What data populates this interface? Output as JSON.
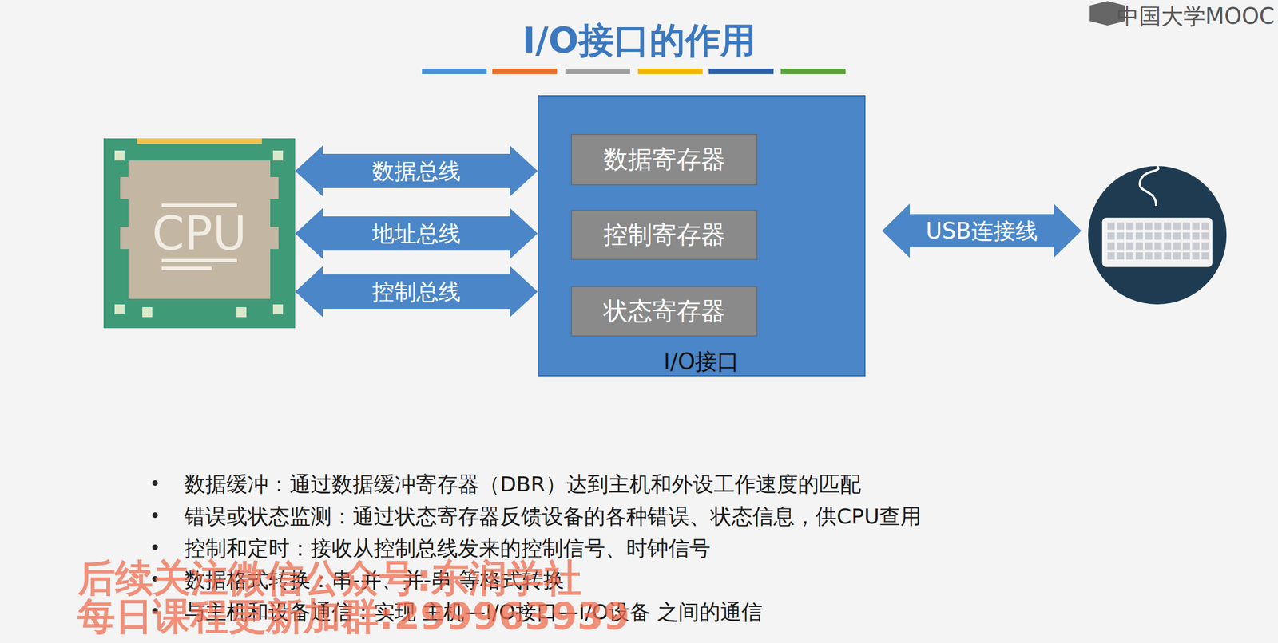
{
  "diagram": {
    "title": "I/O接口的作用",
    "nodes": [
      {
        "text": [
          "CPU"
        ]
      },
      {
        "text": [
          "I/O接口"
        ]
      },
      {
        "text": [
          "数据寄存器"
        ],
        "in": 1
      },
      {
        "text": [
          "控制寄存器"
        ],
        "in": 1
      },
      {
        "text": [
          "状态寄存器"
        ],
        "in": 1
      }
    ],
    "edges": [
      {
        "from": 0,
        "to": 1,
        "arrow": "both",
        "label": "数据总线"
      },
      {
        "from": 0,
        "to": 1,
        "arrow": "both",
        "label": "地址总线"
      },
      {
        "from": 0,
        "to": 1,
        "arrow": "both",
        "label": "控制总线"
      }
    ],
    "labels": [
      "USB连接线",
      "数据缓冲：通过数据缓冲寄存器（DBR）达到主机和外设工作速度的匹配",
      "错误或状态监测：通过状态寄存器反馈设备的各种错误、状态信息，供CPU查用",
      "控制和定时：接收从控制总线发来的控制信号、时钟信号",
      "数据格式转换：串-并、并-串 等格式转换",
      "与主机和设备通信：实现 主机—I/O接口—I/O设备 之间的通信",
      "中国大学MOOC",
      "后续关注微信公众号:东润学社",
      "每日课程更新加群:299963939"
    ]
  }
}
